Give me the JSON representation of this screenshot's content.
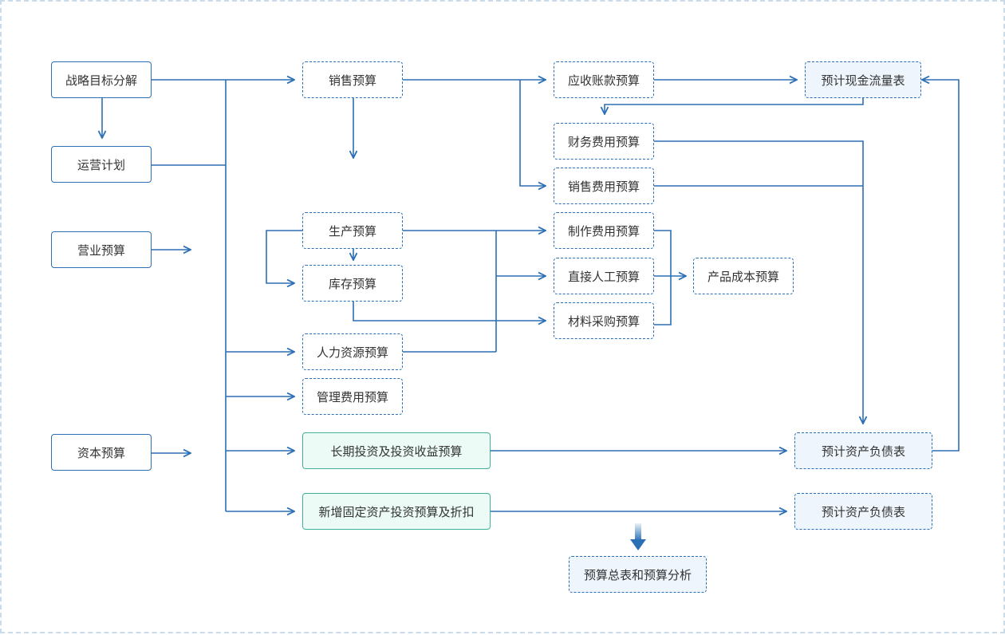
{
  "nodes": {
    "strategy": "战略目标分解",
    "ops_plan": "运营计划",
    "business_budget": "营业预算",
    "capital_budget": "资本预算",
    "sales_budget": "销售预算",
    "production_budget": "生产预算",
    "inventory_budget": "库存预算",
    "hr_budget": "人力资源预算",
    "admin_expense_budget": "管理费用预算",
    "long_term_invest_budget": "长期投资及投资收益预算",
    "fixed_asset_budget": "新增固定资产投资预算及折扣",
    "receivable_budget": "应收账款预算",
    "finance_expense_budget": "财务费用预算",
    "sales_expense_budget": "销售费用预算",
    "manufacturing_expense_budget": "制作费用预算",
    "direct_labor_budget": "直接人工预算",
    "material_purchase_budget": "材料采购预算",
    "product_cost_budget": "产品成本预算",
    "cash_flow_statement": "预计现金流量表",
    "balance_sheet_1": "预计资产负债表",
    "balance_sheet_2": "预计资产负债表",
    "summary": "预算总表和预算分析"
  },
  "colors": {
    "line": "#2c6fb5",
    "node_border": "#2c6fb5",
    "tint": "#eef5fd",
    "green_border": "#3fb39a",
    "green_fill": "#ecfbf6",
    "page_border": "#c9dbea"
  }
}
